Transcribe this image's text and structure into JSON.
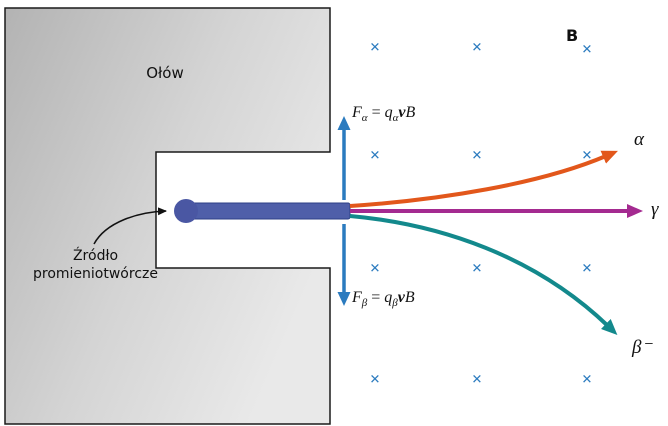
{
  "labels": {
    "lead": "Ołów",
    "source": "Źródło promieniotwórcze",
    "field": "B",
    "alpha_ray": "α",
    "gamma_ray": "γ",
    "beta_ray": "β⁻"
  },
  "formulas": {
    "alpha": {
      "force": "F",
      "force_sub": "α",
      "equals": " = ",
      "charge": "q",
      "charge_sub": "α",
      "velocity": "v",
      "field": "B"
    },
    "beta": {
      "force": "F",
      "force_sub": "β",
      "equals": " = ",
      "charge": "q",
      "charge_sub": "β",
      "velocity": "v",
      "field": "B"
    }
  },
  "field": {
    "cross_glyph": "✕"
  },
  "colors": {
    "alpha_ray": "#e2571b",
    "gamma_ray": "#a42a90",
    "beta_ray": "#13898c",
    "force_arrows": "#2b7bbf",
    "field_marks": "#2b7bbf",
    "source_dot": "#4a57a3",
    "beam_bar": "#4f5fa9"
  }
}
